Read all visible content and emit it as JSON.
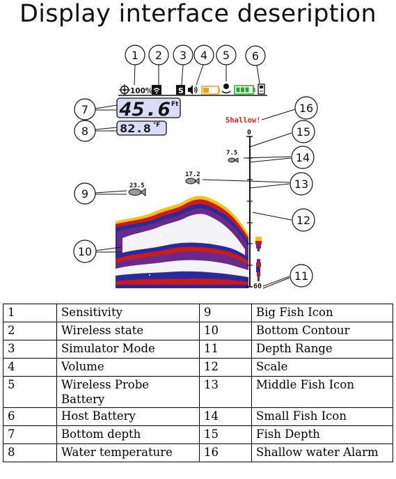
{
  "title": "Display interface deseription",
  "status_bar": {
    "sensitivity": "100%",
    "simulator": "S"
  },
  "readings": {
    "depth_value": "45.6",
    "depth_unit": "Ft",
    "temp_value": "82.8",
    "temp_unit": "°F"
  },
  "alarm": "Shallow!",
  "scale": {
    "top": "0",
    "bottom": "60"
  },
  "fish": [
    {
      "label": "23.5",
      "size": "big"
    },
    {
      "label": "17.2",
      "size": "middle"
    },
    {
      "label": "7.5",
      "size": "small"
    }
  ],
  "callouts": [
    "1",
    "2",
    "3",
    "4",
    "5",
    "6",
    "7",
    "8",
    "9",
    "10",
    "11",
    "12",
    "13",
    "14",
    "15",
    "16"
  ],
  "legend": [
    {
      "n1": "1",
      "d1": "Sensitivity",
      "n2": "9",
      "d2": "Big Fish Icon"
    },
    {
      "n1": "2",
      "d1": "Wireless state",
      "n2": "10",
      "d2": "Bottom Contour"
    },
    {
      "n1": "3",
      "d1": "Simulator Mode",
      "n2": "11",
      "d2": "Depth Range"
    },
    {
      "n1": "4",
      "d1": "Volume",
      "n2": "12",
      "d2": "Scale"
    },
    {
      "n1": "5",
      "d1": "Wireless Probe Battery",
      "n2": "13",
      "d2": "Middle Fish Icon"
    },
    {
      "n1": "6",
      "d1": "Host Battery",
      "n2": "14",
      "d2": "Small Fish Icon"
    },
    {
      "n1": "7",
      "d1": "Bottom depth",
      "n2": "15",
      "d2": "Fish Depth"
    },
    {
      "n1": "8",
      "d1": "Water temperature",
      "n2": "16",
      "d2": "Shallow water Alarm"
    }
  ],
  "colors": {
    "sonar_red": "#cc1a1a",
    "sonar_yellow": "#f2c21a",
    "sonar_blue": "#2a2a9a",
    "sonar_purple": "#6a2a8a",
    "alarm_red": "#e02020",
    "depth_box": "#d8dcf4",
    "battery_orange": "#f29a1a",
    "battery_green": "#22aa22"
  }
}
